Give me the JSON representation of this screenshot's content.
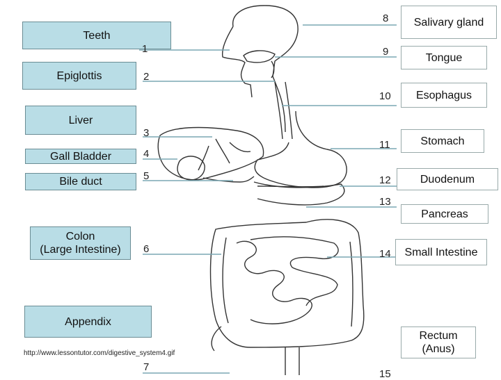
{
  "labels_left": [
    {
      "id": "teeth",
      "text": "Teeth"
    },
    {
      "id": "epiglottis",
      "text": "Epiglottis"
    },
    {
      "id": "liver",
      "text": "Liver"
    },
    {
      "id": "gall-bladder",
      "text": "Gall Bladder"
    },
    {
      "id": "bile-duct",
      "text": "Bile duct"
    },
    {
      "id": "colon",
      "text": "Colon\n(Large Intestine)"
    },
    {
      "id": "appendix",
      "text": "Appendix"
    }
  ],
  "labels_right": [
    {
      "id": "salivary-gland",
      "text": "Salivary gland"
    },
    {
      "id": "tongue",
      "text": "Tongue"
    },
    {
      "id": "esophagus",
      "text": "Esophagus"
    },
    {
      "id": "stomach",
      "text": "Stomach"
    },
    {
      "id": "duodenum",
      "text": "Duodenum"
    },
    {
      "id": "pancreas",
      "text": "Pancreas"
    },
    {
      "id": "small-intestine",
      "text": "Small Intestine"
    },
    {
      "id": "rectum",
      "text": "Rectum\n(Anus)"
    }
  ],
  "numbers": [
    "1",
    "2",
    "3",
    "4",
    "5",
    "6",
    "7",
    "8",
    "9",
    "10",
    "11",
    "12",
    "13",
    "14",
    "15"
  ],
  "source": "http://www.lessontutor.com/digestive_system4.gif",
  "colors": {
    "label_fill": "#b9dde6",
    "leader_line": "#7aa7b3",
    "ink": "#333333"
  }
}
